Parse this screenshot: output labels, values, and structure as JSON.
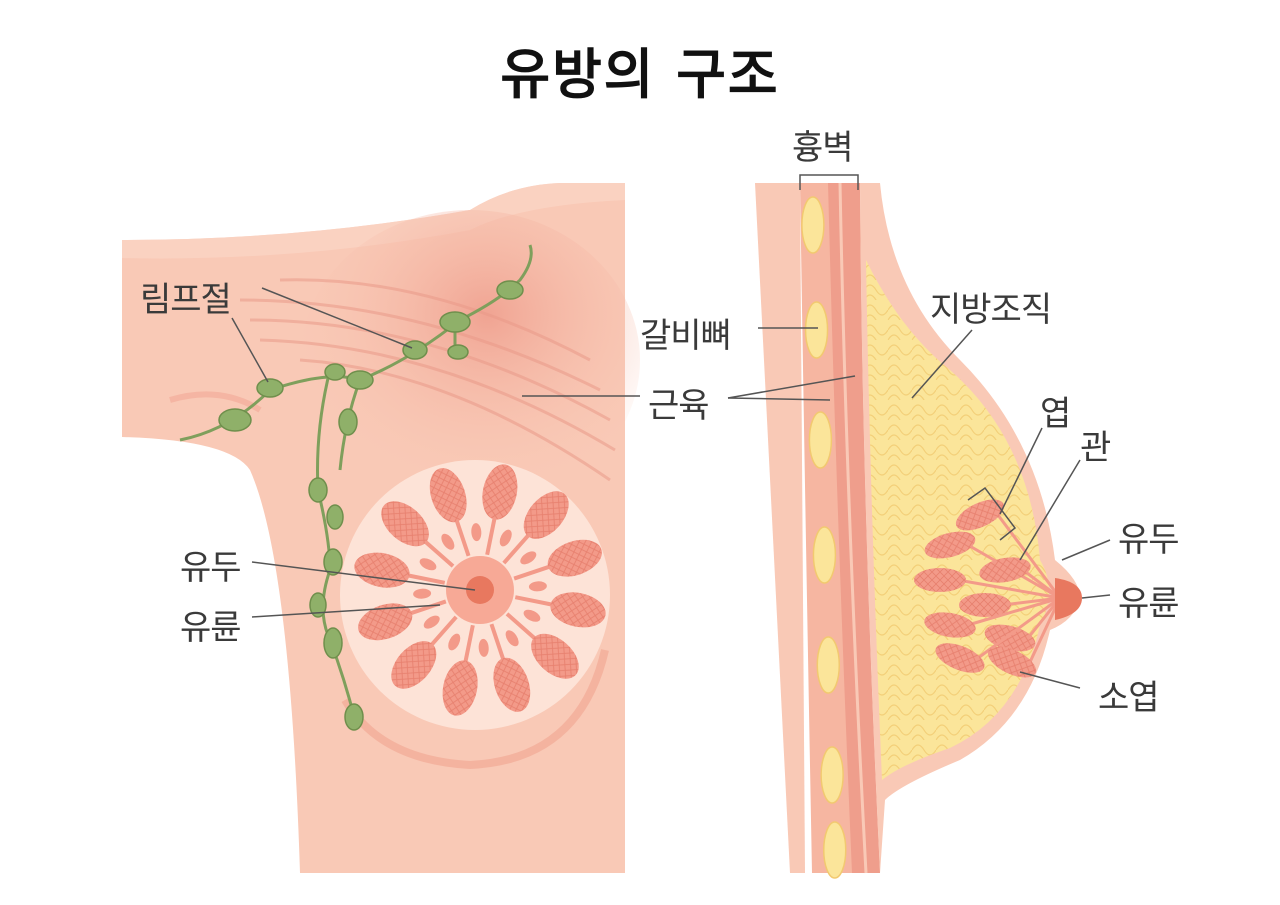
{
  "title": "유방의 구조",
  "labels": {
    "lymph_node": "림프절",
    "nipple_front": "유두",
    "areola_front": "유륜",
    "chest_wall": "흉벽",
    "rib": "갈비뼈",
    "muscle": "근육",
    "fat_tissue": "지방조직",
    "lobe": "엽",
    "duct": "관",
    "nipple_side": "유두",
    "areola_side": "유륜",
    "lobule": "소엽"
  },
  "colors": {
    "skin": "#f9c9b6",
    "skin_dark": "#f2a996",
    "gland": "#f08f80",
    "fat": "#fbe59a",
    "lymph": "#8fb069",
    "nipple": "#e8785f"
  }
}
